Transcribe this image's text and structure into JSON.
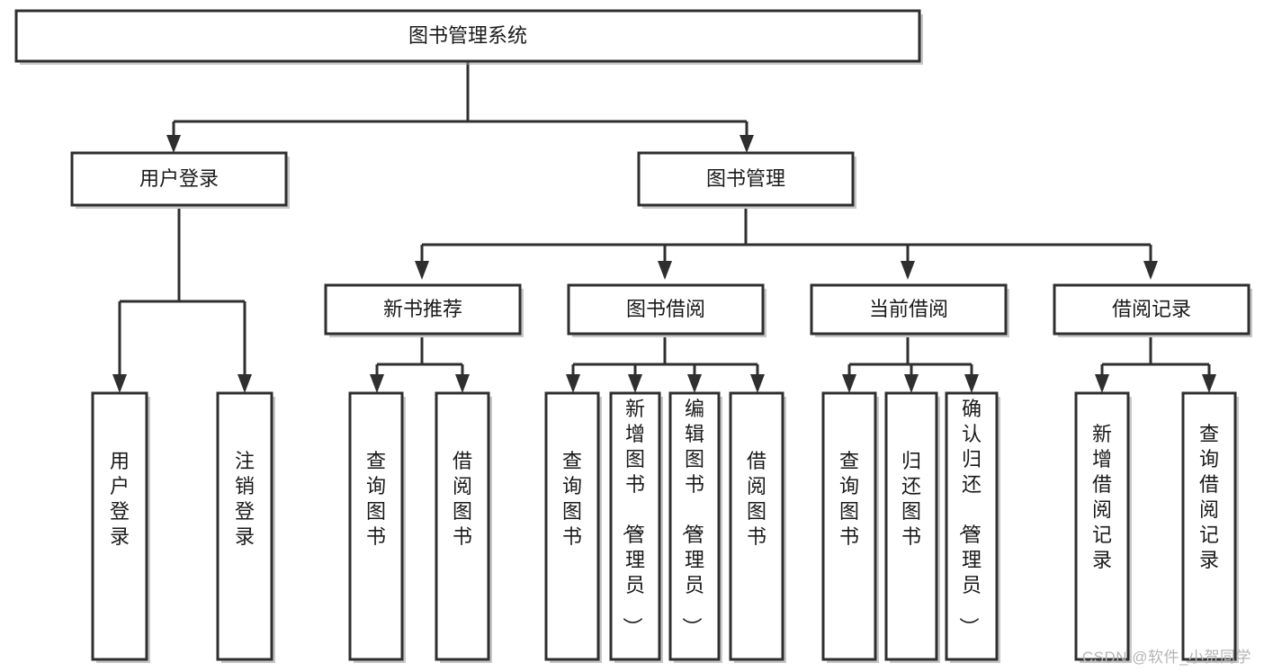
{
  "diagram": {
    "title": "图书管理系统",
    "type": "tree-hierarchy",
    "watermark": "CSDN @软件_小贺同学",
    "colors": {
      "stroke": "#2f2f2f",
      "box_fill": "#ffffff",
      "text": "#1a1a1a",
      "background": "#ffffff",
      "watermark": "#b5b5b5"
    },
    "root": {
      "label": "图书管理系统"
    },
    "level2": [
      {
        "label": "用户登录"
      },
      {
        "label": "图书管理"
      }
    ],
    "level3": [
      {
        "label": "新书推荐"
      },
      {
        "label": "图书借阅"
      },
      {
        "label": "当前借阅"
      },
      {
        "label": "借阅记录"
      }
    ],
    "leaves": {
      "user_login": [
        {
          "label": "用户登录"
        },
        {
          "label": "注销登录"
        }
      ],
      "new_book": [
        {
          "label": "查询图书"
        },
        {
          "label": "借阅图书"
        }
      ],
      "book_borrow": [
        {
          "label": "查询图书"
        },
        {
          "label": "新增图书（管理员）"
        },
        {
          "label": "编辑图书（管理员）"
        },
        {
          "label": "借阅图书"
        }
      ],
      "current_borrow": [
        {
          "label": "查询图书"
        },
        {
          "label": "归还图书"
        },
        {
          "label": "确认归还（管理员）"
        }
      ],
      "borrow_record": [
        {
          "label": "新增借阅记录"
        },
        {
          "label": "查询借阅记录"
        }
      ]
    }
  }
}
